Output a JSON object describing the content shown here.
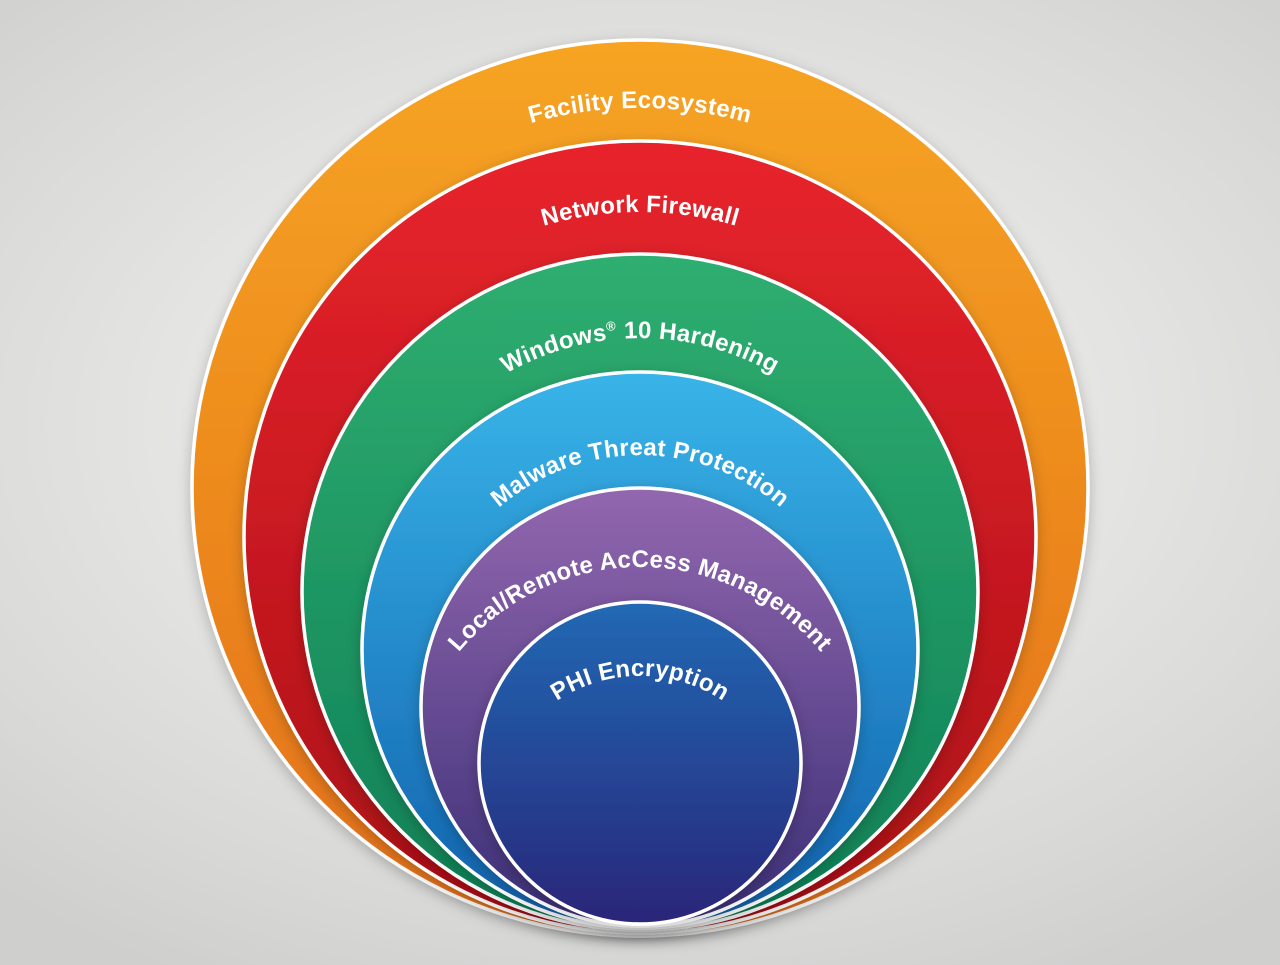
{
  "diagram": {
    "type": "nested-circles-security-layers",
    "background_color": "#e2e2e1",
    "label_text_color": "#ffffff",
    "ring_outline_color": "#ffffff",
    "layers": [
      {
        "name": "facility-ecosystem",
        "label": "Facility Ecosystem",
        "color_top": "#f6a422",
        "color_bottom": "#e4701a"
      },
      {
        "name": "network-firewall",
        "label": "Network Firewall",
        "color_top": "#e8242c",
        "color_bottom": "#a90f16"
      },
      {
        "name": "windows-10-hardening",
        "label_pre": "Windows",
        "label_reg": "®",
        "label_post": "10 Hardening",
        "color_top": "#2fae70",
        "color_bottom": "#0e7f56"
      },
      {
        "name": "malware-threat-protection",
        "label": "Malware Threat Protection",
        "color_top": "#38b4e8",
        "color_bottom": "#1160ac"
      },
      {
        "name": "local-remote-access-management",
        "label": "Local/Remote AcCess Management",
        "color_top": "#9267af",
        "color_bottom": "#3a2f76"
      },
      {
        "name": "phi-encryption",
        "label": "PHI Encryption",
        "color_top": "#2069b4",
        "color_bottom": "#2a2579"
      }
    ]
  }
}
